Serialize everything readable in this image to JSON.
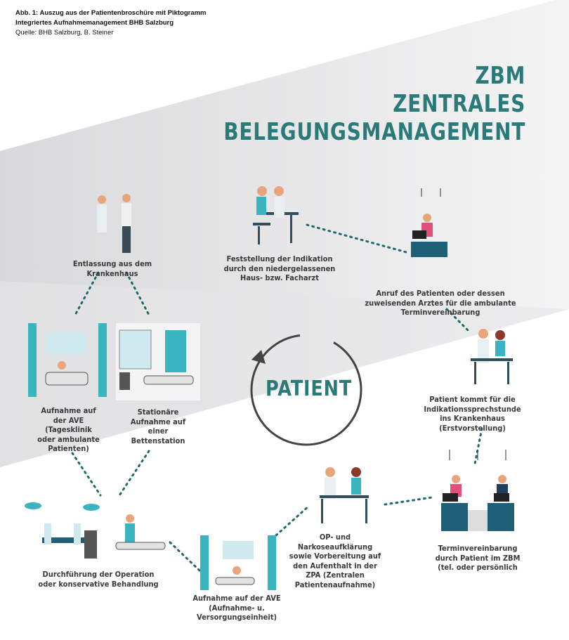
{
  "caption": {
    "line1": "Abb. 1: Auszug aus der Patientenbroschüre mit Piktogramm",
    "line2": "Integriertes Aufnahmemanagement BHB Salzburg",
    "source": "Quelle: BHB Salzburg, B. Steiner"
  },
  "title": {
    "line1": "ZBM",
    "line2": "ZENTRALES",
    "line3": "BELEGUNGSMANAGEMENT"
  },
  "center": "PATIENT",
  "colors": {
    "accent": "#2a7a7a",
    "connector": "#1e6b6b",
    "desk": "#1f5f78",
    "curtain": "#3bb4c1"
  },
  "steps": [
    {
      "label": "Feststellung der Indikation durch den niedergelassenen Haus- bzw. Facharzt"
    },
    {
      "label": "Anruf des Patienten oder dessen zuweisenden Arztes für die ambulante Terminvereinbarung"
    },
    {
      "label": "Patient kommt für die Indikationssprechstunde ins Krankenhaus (Erstvorstellung)"
    },
    {
      "label": "Terminvereinbarung durch Patient im ZBM (tel. oder persönlich"
    },
    {
      "label": "OP- und Narkoseaufklärung sowie Vorbereitung auf den Aufenthalt in der ZPA (Zentralen Patientenaufnahme)"
    },
    {
      "label": "Aufnahme auf der AVE (Aufnahme- u. Versorgungseinheit)"
    },
    {
      "label": "Durchführung der Operation oder konservative Behandlung"
    },
    {
      "label": "Aufnahme auf der AVE (Tagesklinik oder ambulante Patienten)"
    },
    {
      "label": "Stationäre Aufnahme auf einer Bettenstation"
    },
    {
      "label": "Entlassung aus dem Krankenhaus"
    }
  ]
}
